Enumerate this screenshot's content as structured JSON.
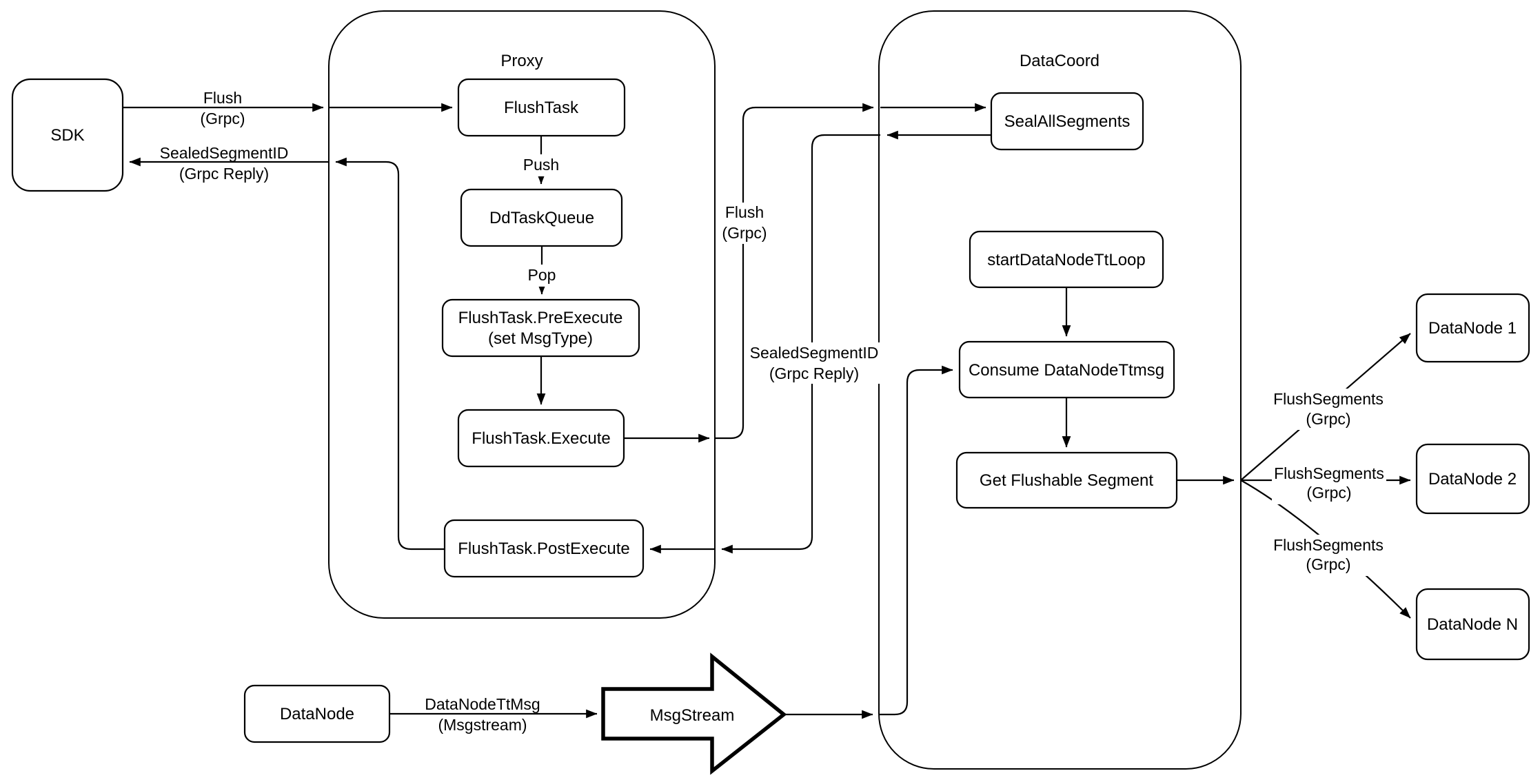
{
  "diagram": {
    "colors": {
      "background": "#ffffff",
      "stroke": "#000000",
      "text": "#000000"
    },
    "containers": {
      "proxy": "Proxy",
      "datacoord": "DataCoord"
    },
    "nodes": {
      "sdk": "SDK",
      "flush_task": "FlushTask",
      "dd_task_queue": "DdTaskQueue",
      "pre_execute_line1": "FlushTask.PreExecute",
      "pre_execute_line2": "(set MsgType)",
      "execute": "FlushTask.Execute",
      "post_execute": "FlushTask.PostExecute",
      "seal_all_segments": "SealAllSegments",
      "start_data_node_tt_loop": "startDataNodeTtLoop",
      "consume_data_node_ttmsg": "Consume DataNodeTtmsg",
      "get_flushable_segment": "Get Flushable Segment",
      "data_node_1": "DataNode 1",
      "data_node_2": "DataNode 2",
      "data_node_n": "DataNode N",
      "data_node": "DataNode",
      "msg_stream": "MsgStream"
    },
    "edge_labels": {
      "flush_sdk": {
        "line1": "Flush",
        "line2": "(Grpc)"
      },
      "sealed_sdk": {
        "line1": "SealedSegmentID",
        "line2": "(Grpc Reply)"
      },
      "push": "Push",
      "pop": "Pop",
      "flush_datacoord": {
        "line1": "Flush",
        "line2": "(Grpc)"
      },
      "sealed_datacoord": {
        "line1": "SealedSegmentID",
        "line2": "(Grpc Reply)"
      },
      "flush_segments_1": {
        "line1": "FlushSegments",
        "line2": "(Grpc)"
      },
      "flush_segments_2": {
        "line1": "FlushSegments",
        "line2": "(Grpc)"
      },
      "flush_segments_3": {
        "line1": "FlushSegments",
        "line2": "(Grpc)"
      },
      "data_node_tt_msg": {
        "line1": "DataNodeTtMsg",
        "line2": "(Msgstream)"
      }
    }
  }
}
